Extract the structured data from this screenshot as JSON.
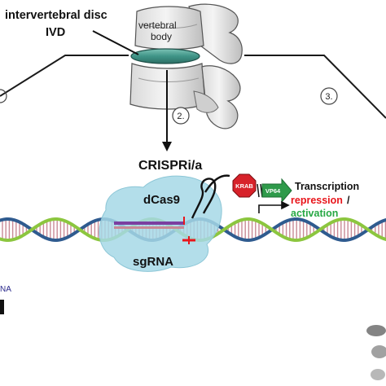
{
  "labels": {
    "disc": "intervertebral disc",
    "ivd": "IVD",
    "body_line1": "vertebral",
    "body_line2": "body",
    "step2": "2.",
    "step3": "3.",
    "crispr": "CRISPRi/a",
    "dcas9": "dCas9",
    "sgrna": "sgRNA",
    "krab": "KRAB",
    "vp64": "VP64",
    "transcription": "Transcription",
    "repression": "repression",
    "slash": "/",
    "activation": "activation",
    "partial_na": "NA"
  },
  "colors": {
    "repression": "#e8151b",
    "activation": "#27a844",
    "krab_fill": "#d7222a",
    "vp64_fill": "#2e9a4a",
    "dna_green": "#8cc63f",
    "dna_blue": "#2f5b8f",
    "rungs": "#c98a96",
    "cas_blob": "#a6d8e6",
    "disc": "#3f9487",
    "guide_purple": "#7b3fa0",
    "partial_na": "#2b2a8c"
  },
  "icons": [
    "krab-stop-sign-icon",
    "vp64-arrow-icon",
    "transcription-start-arrow-icon",
    "vertebra-illustration"
  ]
}
